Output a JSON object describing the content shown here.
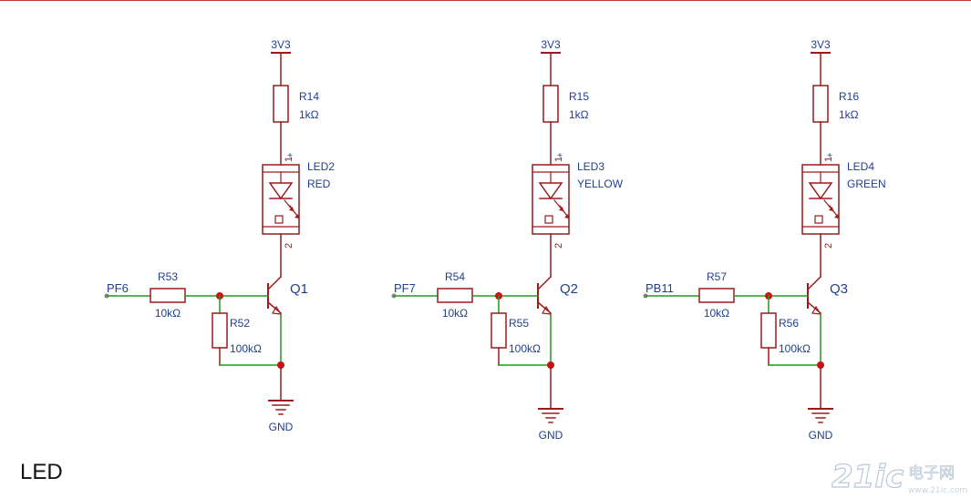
{
  "title": "LED",
  "colors": {
    "wire_dark": "#9a1b1b",
    "wire_green": "#1e9a1e",
    "junction": "#cc1111",
    "label_text": "#1f3f8f",
    "header_line": "#c0392b"
  },
  "channels": [
    {
      "supply": "3V3",
      "r_top": {
        "ref": "R14",
        "value": "1kΩ"
      },
      "led": {
        "ref": "LED2",
        "color": "RED",
        "pin_anode": "1",
        "pin_cathode": "2",
        "plus": "+"
      },
      "net": "PF6",
      "r_base": {
        "ref": "R53",
        "value": "10kΩ"
      },
      "r_pulldown": {
        "ref": "R52",
        "value": "100kΩ"
      },
      "transistor": "Q1",
      "ground": "GND"
    },
    {
      "supply": "3V3",
      "r_top": {
        "ref": "R15",
        "value": "1kΩ"
      },
      "led": {
        "ref": "LED3",
        "color": "YELLOW",
        "pin_anode": "1",
        "pin_cathode": "2",
        "plus": "+"
      },
      "net": "PF7",
      "r_base": {
        "ref": "R54",
        "value": "10kΩ"
      },
      "r_pulldown": {
        "ref": "R55",
        "value": "100kΩ"
      },
      "transistor": "Q2",
      "ground": "GND"
    },
    {
      "supply": "3V3",
      "r_top": {
        "ref": "R16",
        "value": "1kΩ"
      },
      "led": {
        "ref": "LED4",
        "color": "GREEN",
        "pin_anode": "1",
        "pin_cathode": "2",
        "plus": "+"
      },
      "net": "PB11",
      "r_base": {
        "ref": "R57",
        "value": "10kΩ"
      },
      "r_pulldown": {
        "ref": "R56",
        "value": "100kΩ"
      },
      "transistor": "Q3",
      "ground": "GND"
    }
  ],
  "watermark": {
    "logo": "21ic",
    "cn": "电子网",
    "url": "www.21ic.com"
  }
}
